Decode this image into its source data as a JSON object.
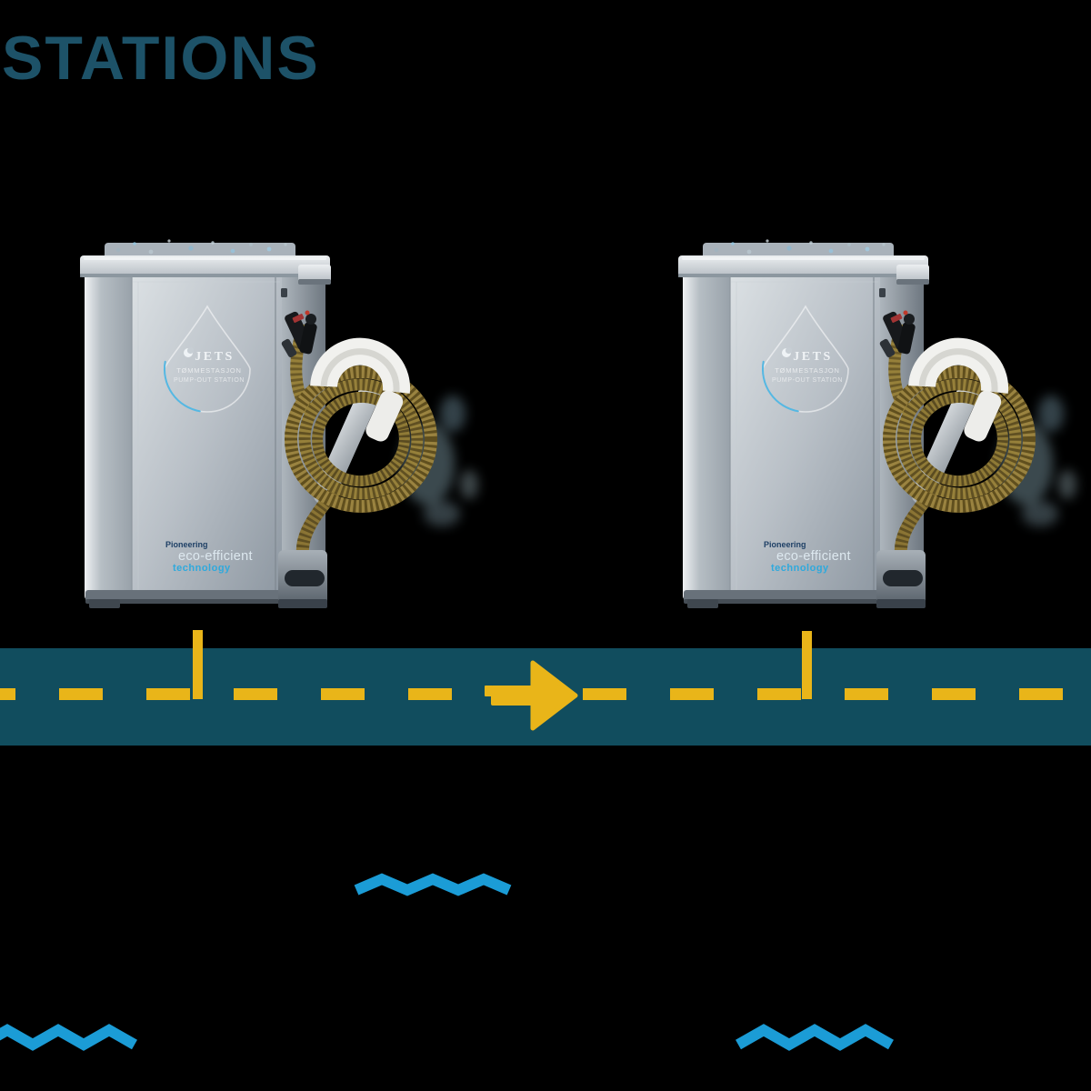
{
  "title": "STATIONS",
  "colors": {
    "background": "#000000",
    "road_band": "#114d5e",
    "lane_yellow": "#e9b519",
    "wave_blue": "#1b9cd6",
    "title_teal": "#1d5268",
    "tagline_navy": "#1f4066",
    "tagline_cyan": "#2fa9dc"
  },
  "station": {
    "brand": "JETS",
    "label_line1": "TØMMESTASJON",
    "label_line2": "PUMP-OUT STATION",
    "tagline_line1": "Pioneering",
    "tagline_line2": "eco-efficient",
    "tagline_line3": "technology"
  }
}
